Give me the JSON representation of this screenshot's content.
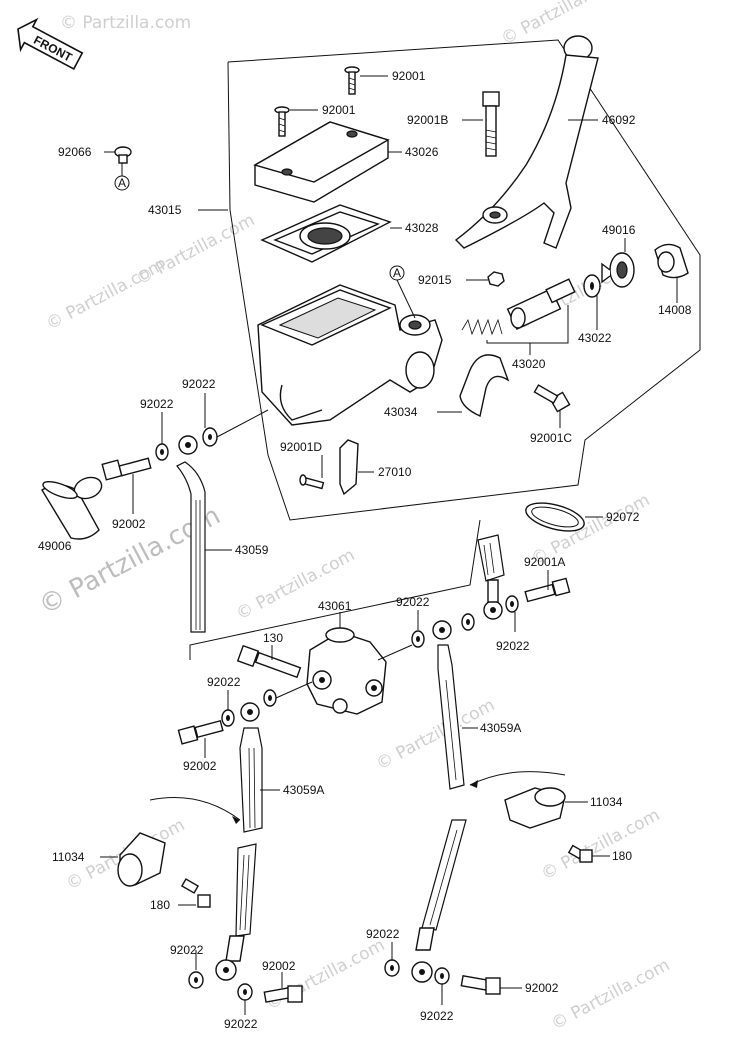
{
  "front_label": "FRONT",
  "callout_circle_letter": "A",
  "watermarks": [
    "© Partzilla.com",
    "© Partzilla.com",
    "© Partzilla.com",
    "© Partzilla.com",
    "© Partzilla.com",
    "© Partzilla.com",
    "© Partzilla.com",
    "© Partzilla.com",
    "© Partzilla.com",
    "© Partzilla.com",
    "© Partzilla.com",
    "© Partzilla.com"
  ],
  "watermark_main": "© Partzilla.com",
  "labels": [
    {
      "id": "92001-top",
      "text": "92001"
    },
    {
      "id": "92001-cap",
      "text": "92001"
    },
    {
      "id": "92001B",
      "text": "92001B"
    },
    {
      "id": "46092",
      "text": "46092"
    },
    {
      "id": "92066",
      "text": "92066"
    },
    {
      "id": "43026",
      "text": "43026"
    },
    {
      "id": "43015",
      "text": "43015"
    },
    {
      "id": "43028",
      "text": "43028"
    },
    {
      "id": "49016",
      "text": "49016"
    },
    {
      "id": "92015",
      "text": "92015"
    },
    {
      "id": "14008",
      "text": "14008"
    },
    {
      "id": "43022",
      "text": "43022"
    },
    {
      "id": "43020",
      "text": "43020"
    },
    {
      "id": "92022-a",
      "text": "92022"
    },
    {
      "id": "92022-b",
      "text": "92022"
    },
    {
      "id": "43034",
      "text": "43034"
    },
    {
      "id": "92001C",
      "text": "92001C"
    },
    {
      "id": "92001D",
      "text": "92001D"
    },
    {
      "id": "27010",
      "text": "27010"
    },
    {
      "id": "92002-a",
      "text": "92002"
    },
    {
      "id": "49006",
      "text": "49006"
    },
    {
      "id": "43059",
      "text": "43059"
    },
    {
      "id": "92072",
      "text": "92072"
    },
    {
      "id": "92001A",
      "text": "92001A"
    },
    {
      "id": "43061",
      "text": "43061"
    },
    {
      "id": "92022-c",
      "text": "92022"
    },
    {
      "id": "130",
      "text": "130"
    },
    {
      "id": "92022-d",
      "text": "92022"
    },
    {
      "id": "92022-e",
      "text": "92022"
    },
    {
      "id": "92002-b",
      "text": "92002"
    },
    {
      "id": "43059A-r",
      "text": "43059A"
    },
    {
      "id": "43059A-l",
      "text": "43059A"
    },
    {
      "id": "11034-r",
      "text": "11034"
    },
    {
      "id": "11034-l",
      "text": "11034"
    },
    {
      "id": "180-r",
      "text": "180"
    },
    {
      "id": "180-l",
      "text": "180"
    },
    {
      "id": "92022-f",
      "text": "92022"
    },
    {
      "id": "92002-c",
      "text": "92002"
    },
    {
      "id": "92022-g",
      "text": "92022"
    },
    {
      "id": "92022-h",
      "text": "92022"
    },
    {
      "id": "92002-d",
      "text": "92002"
    },
    {
      "id": "92022-i",
      "text": "92022"
    }
  ]
}
